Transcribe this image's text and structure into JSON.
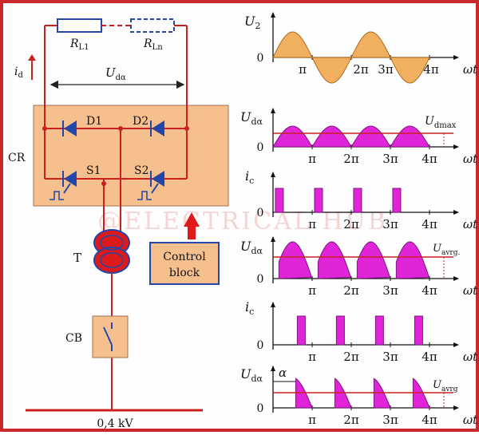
{
  "circuit": {
    "load_label_1_main": "R",
    "load_label_1_sub": "L1",
    "load_label_n_main": "R",
    "load_label_n_sub": "Ln",
    "current_main": "i",
    "current_sub": "d",
    "voltage_main": "U",
    "voltage_sub": "dα",
    "rectifier_label": "CR",
    "diode_1": "D1",
    "diode_2": "D2",
    "thyristor_1": "S1",
    "thyristor_2": "S2",
    "transformer_label": "T",
    "breaker_label": "CB",
    "control_block_line1": "Control",
    "control_block_line2": "block",
    "supply_voltage": "0,4 kV"
  },
  "watermark": "@ELECTRICAL HUB",
  "colors": {
    "border": "#c8282a",
    "wire": "#cc2020",
    "block_fill": "#f6c08e",
    "waveform": "#e025d9",
    "sine_fill": "#f0b060",
    "element_blue": "#2446a8"
  },
  "waveforms": {
    "axis_label": "ωt",
    "zero_label": "0",
    "x_ticks": [
      "π",
      "2π",
      "3π",
      "4π"
    ],
    "plots": [
      {
        "name_main": "U",
        "name_sub": "2",
        "ref_main": "",
        "ref_sub": ""
      },
      {
        "name_main": "U",
        "name_sub": "dα",
        "ref_main": "U",
        "ref_sub": "dmax"
      },
      {
        "name_main": "i",
        "name_sub": "c",
        "ref_main": "",
        "ref_sub": ""
      },
      {
        "name_main": "U",
        "name_sub": "dα",
        "ref_main": "U",
        "ref_sub": "avrg."
      },
      {
        "name_main": "i",
        "name_sub": "c",
        "ref_main": "",
        "ref_sub": ""
      },
      {
        "name_main": "U",
        "name_sub": "dα",
        "ref_main": "U",
        "ref_sub": "avrg"
      }
    ],
    "alpha_label": "α"
  }
}
